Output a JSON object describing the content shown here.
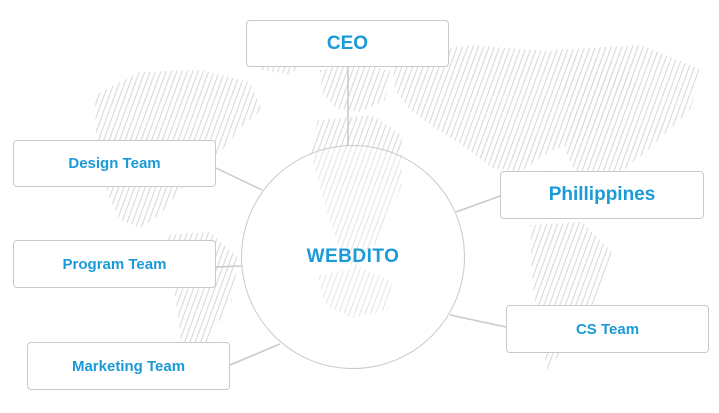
{
  "center": {
    "label": "WEBDITO"
  },
  "nodes": {
    "ceo": "CEO",
    "design": "Design Team",
    "program": "Program Team",
    "marketing": "Marketing Team",
    "philippines": "Phillippines",
    "cs": "CS Team"
  },
  "colors": {
    "accent": "#1a9ad6",
    "border": "#c9c9c9",
    "map": "#d9d9d9"
  },
  "background": "world-map-hatched"
}
